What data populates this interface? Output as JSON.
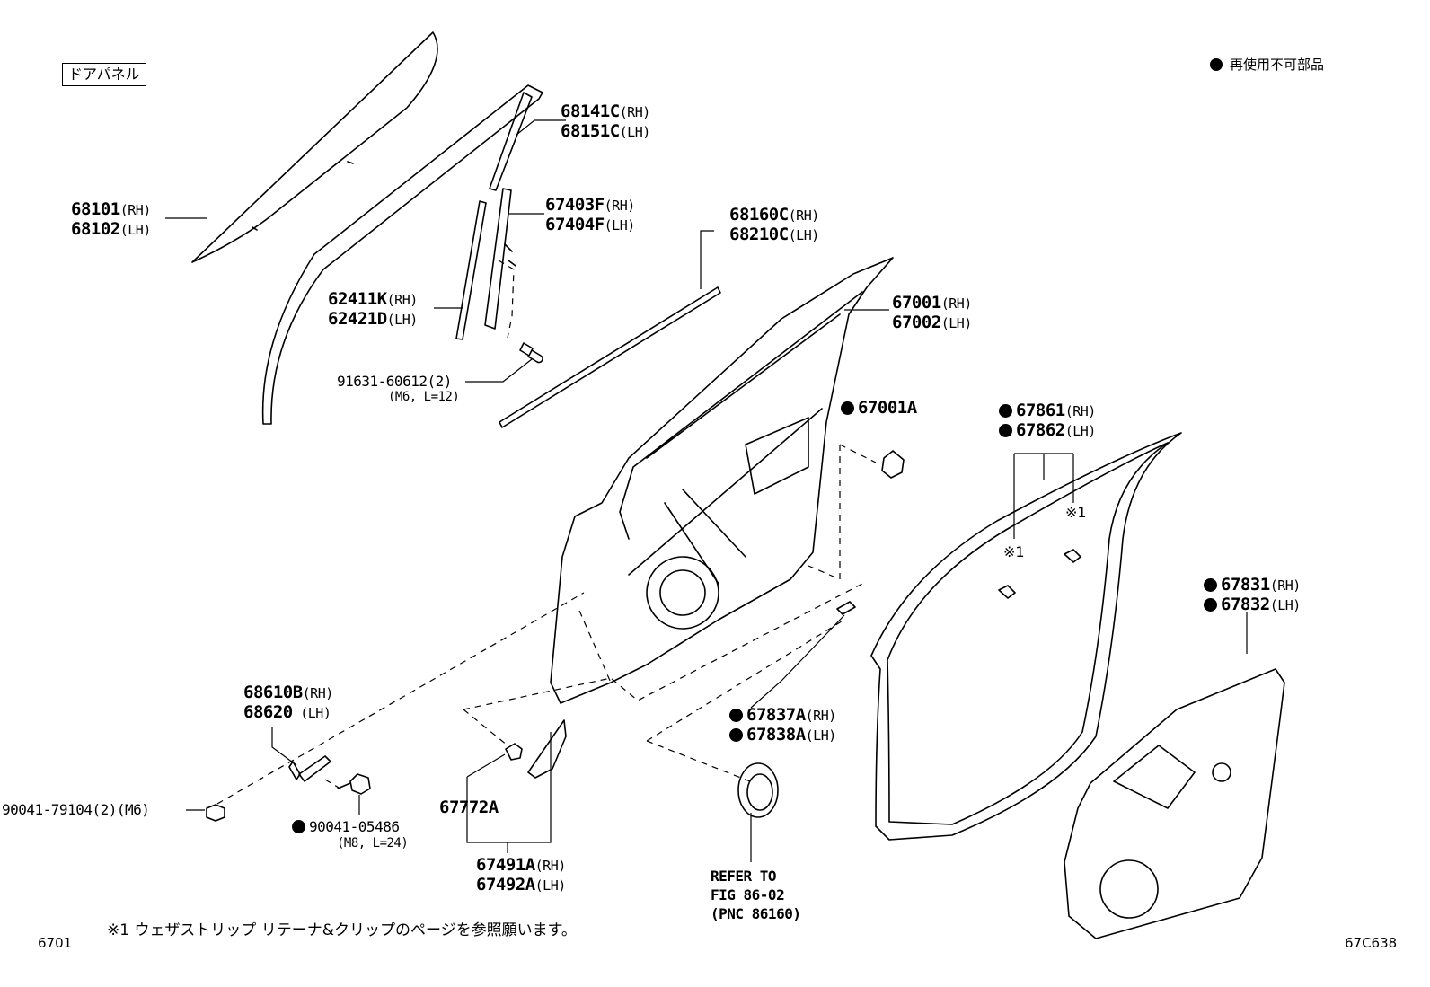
{
  "header": {
    "frame_title": "ドアパネル",
    "legend": "再使用不可部品"
  },
  "labels": {
    "p68101": "68101",
    "p68102": "68102",
    "p68141c": "68141C",
    "p68151c": "68151C",
    "p67403f": "67403F",
    "p67404f": "67404F",
    "p68160c": "68160C",
    "p68210c": "68210C",
    "p62411k": "62411K",
    "p62421d": "62421D",
    "p67001": "67001",
    "p67002": "67002",
    "p91631": "91631-60612(2)",
    "p91631_spec": "(M6, L=12)",
    "p67001a": "67001A",
    "p67861": "67861",
    "p67862": "67862",
    "p67831": "67831",
    "p67832": "67832",
    "p68610b": "68610B",
    "p68620": "68620",
    "p67837a": "67837A",
    "p67838a": "67838A",
    "p90041_79104": "90041-79104(2)(M6)",
    "p90041_05486": "90041-05486",
    "p90041_05486_spec": "(M8, L=24)",
    "p67772a": "67772A",
    "p67491a": "67491A",
    "p67492a": "67492A",
    "refer1": "REFER TO",
    "refer2": "FIG 86-02",
    "refer3": "(PNC 86160)",
    "rh": "(RH)",
    "lh": "(LH)",
    "lh_spaced": " (LH)",
    "mark1": "※1"
  },
  "footer": {
    "note": "※1 ウェザストリップ リテーナ&クリップのページを参照願います。",
    "page_left": "6701",
    "page_right": "67C638"
  }
}
